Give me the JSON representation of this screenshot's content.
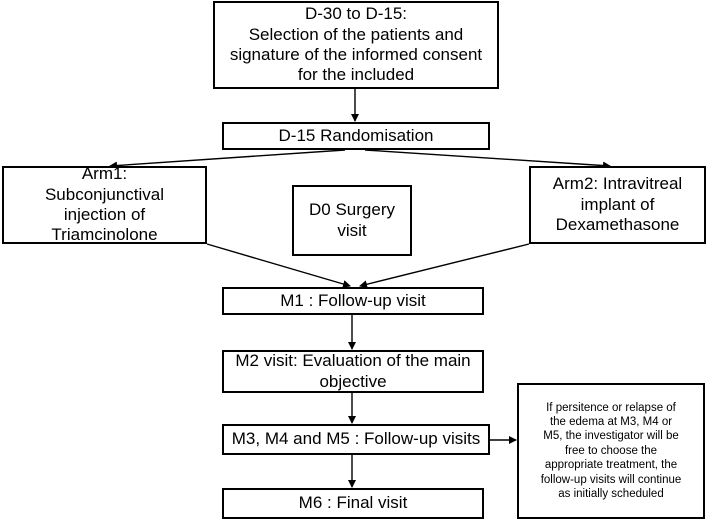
{
  "nodes": {
    "selection": {
      "lines": [
        "D-30 to D-15:",
        "Selection of the patients and",
        "signature of the informed consent",
        "for the included"
      ]
    },
    "randomisation": {
      "lines": [
        "D-15 Randomisation"
      ]
    },
    "arm1": {
      "lines": [
        "Arm1:",
        "Subconjunctival",
        "injection of",
        "Triamcinolone"
      ]
    },
    "d0": {
      "lines": [
        "D0 Surgery",
        "visit"
      ]
    },
    "arm2": {
      "lines": [
        "Arm2: Intravitreal",
        "implant of",
        "Dexamethasone"
      ]
    },
    "m1": {
      "lines": [
        "M1 : Follow-up visit"
      ]
    },
    "m2": {
      "lines": [
        "M2 visit: Evaluation of the main",
        "objective"
      ]
    },
    "m345": {
      "lines": [
        "M3, M4 and M5 : Follow-up visits"
      ]
    },
    "m6": {
      "lines": [
        "M6 : Final visit"
      ]
    },
    "note": {
      "lines": [
        "If persitence or relapse of",
        "the edema at M3, M4 or",
        "M5, the investigator will be",
        "free to choose the",
        "appropriate treatment, the",
        "follow-up visits will continue",
        "as initially scheduled"
      ]
    }
  }
}
